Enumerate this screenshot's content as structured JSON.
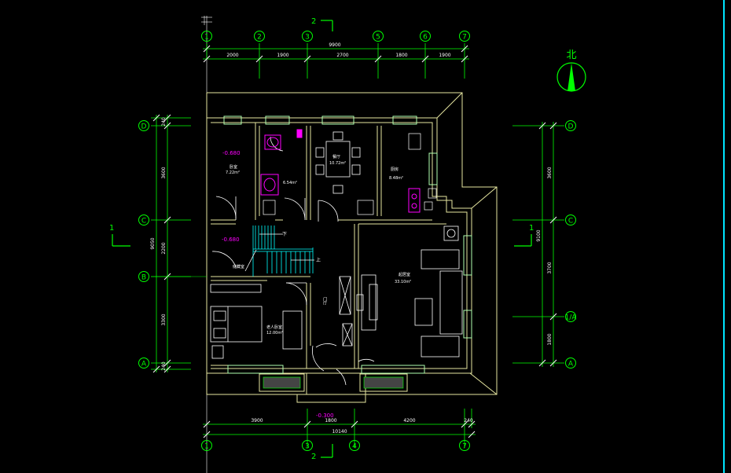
{
  "axes_top": [
    "1",
    "2",
    "3",
    "5",
    "6",
    "7"
  ],
  "axes_bottom": [
    "1",
    "3",
    "4",
    "7"
  ],
  "axes_left": [
    "D",
    "C",
    "B",
    "A"
  ],
  "axes_right": [
    "D",
    "C",
    "1/A",
    "A"
  ],
  "dims_top": {
    "total": "9900",
    "segments": [
      "2000",
      "1900",
      "2700",
      "1800",
      "1900"
    ]
  },
  "dims_bottom": {
    "segments": [
      "3900",
      "1800",
      "4200",
      "240"
    ],
    "total": "10140"
  },
  "dims_left": {
    "outer": "9050",
    "segments": [
      "3600",
      "2200",
      "3300"
    ],
    "wall_top": "240",
    "wall_bottom": "240"
  },
  "dims_right": {
    "outer": "9100",
    "segments": [
      "3600",
      "3700",
      "1800"
    ]
  },
  "section_marks": {
    "top": "2",
    "bottom": "2",
    "left": "1",
    "right": "1"
  },
  "north_label": "北",
  "elevations": {
    "bedroom_nw": "-0.680",
    "stair": "-0.680",
    "entrance": "-0.300"
  },
  "rooms": {
    "bedroom_nw": {
      "name": "卧室",
      "area": "7.22m²"
    },
    "bath": {
      "area": "6.54m²"
    },
    "dining": {
      "name": "餐厅",
      "area": "10.72m²"
    },
    "kitchen": {
      "name": "厨房",
      "area": "8.48m²"
    },
    "living": {
      "name": "起居室",
      "area": "33.10m²"
    },
    "bedroom_sw": {
      "name": "老人卧室",
      "area": "12.00m²"
    },
    "stair_label": "储藏室",
    "stair_up": "下",
    "stair_up2": "上",
    "hall": "门厅"
  },
  "colors": {
    "wall": "#e6e6a0",
    "axis": "#00ff44",
    "dim": "#ffffff",
    "stair": "#00ffff",
    "fixture": "#ff00ff",
    "background": "#000000"
  }
}
